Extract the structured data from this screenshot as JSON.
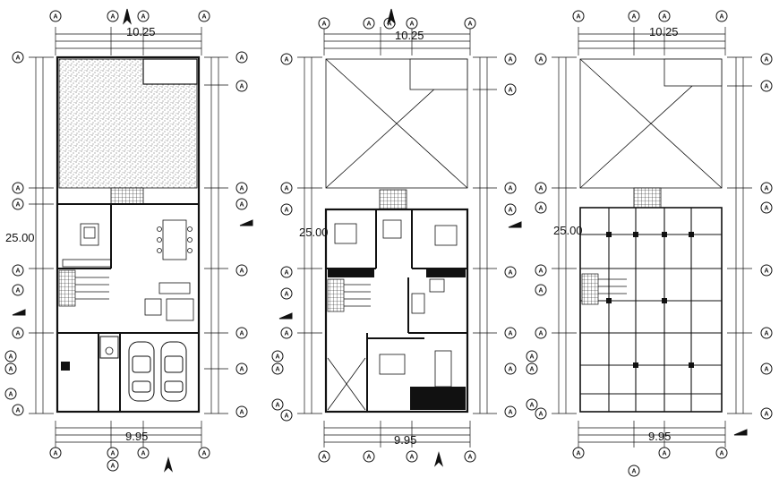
{
  "colors": {
    "ink": "#111111",
    "paper": "#ffffff",
    "hatch": "#333333"
  },
  "grid_bubble_letter": "A",
  "plans": [
    {
      "name": "ground-floor-plan",
      "top_dimension": "10.25",
      "side_dimension": "25.00",
      "bottom_dimension": "9.95"
    },
    {
      "name": "upper-floor-plan",
      "top_dimension": "10.25",
      "side_dimension": "25.00",
      "bottom_dimension": "9.95"
    },
    {
      "name": "roof-structural-plan",
      "top_dimension": "10.25",
      "side_dimension": "25.00",
      "bottom_dimension": "9.95"
    }
  ],
  "icons": [
    "north-arrow-icon",
    "car-icon",
    "stair-icon",
    "section-marker-icon"
  ]
}
